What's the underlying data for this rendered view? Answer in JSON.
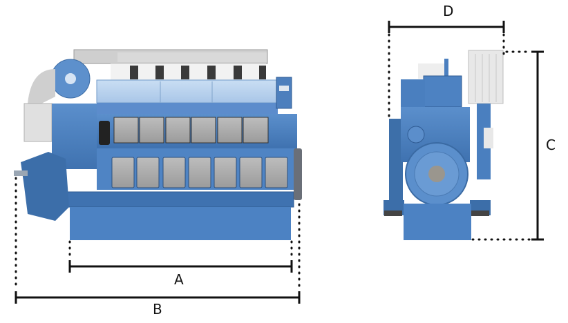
{
  "figure": {
    "description": "Engine dimension diagram: side view and end view with dimension markers",
    "views": [
      {
        "name": "side-view"
      },
      {
        "name": "end-view"
      }
    ],
    "dimensions": {
      "A": {
        "label": "A",
        "meaning": "engine block length"
      },
      "B": {
        "label": "B",
        "meaning": "overall length"
      },
      "C": {
        "label": "C",
        "meaning": "overall height"
      },
      "D": {
        "label": "D",
        "meaning": "overall width"
      }
    },
    "colors": {
      "engine_blue": "#4a7fbf",
      "engine_light_blue": "#b9d3ee",
      "panel_grey": "#a9a9a9",
      "dimension_line": "#111111",
      "background": "#ffffff"
    }
  }
}
